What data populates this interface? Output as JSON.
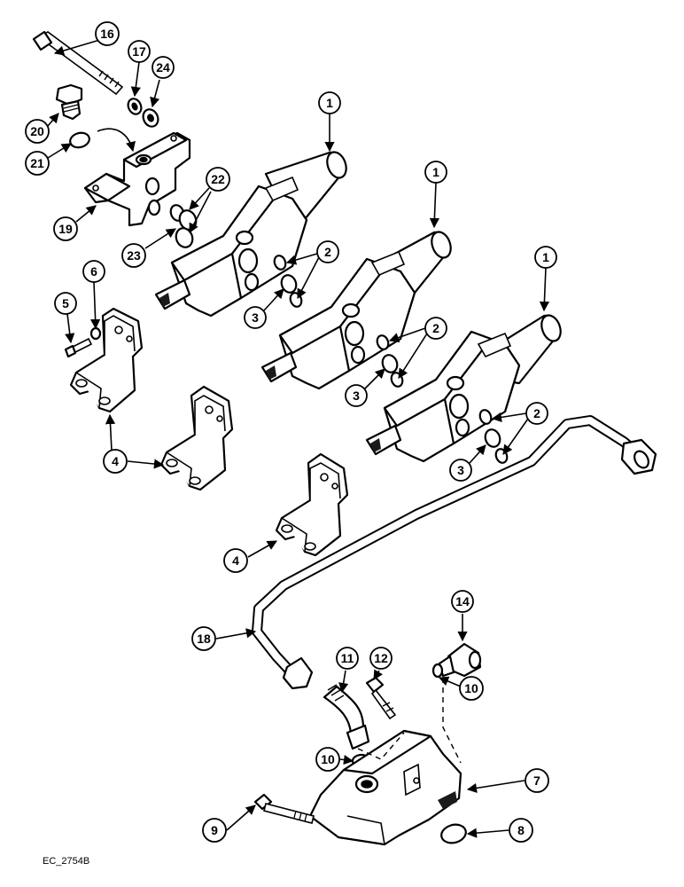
{
  "diagram": {
    "code": "EC_2754B",
    "callouts": {
      "c1a": "1",
      "c1b": "1",
      "c1c": "1",
      "c2a": "2",
      "c2b": "2",
      "c2c": "2",
      "c3a": "3",
      "c3b": "3",
      "c3c": "3",
      "c4a": "4",
      "c4b": "4",
      "c5": "5",
      "c6": "6",
      "c7": "7",
      "c8": "8",
      "c9": "9",
      "c10a": "10",
      "c10b": "10",
      "c11": "11",
      "c12": "12",
      "c14": "14",
      "c16": "16",
      "c17": "17",
      "c18": "18",
      "c19": "19",
      "c20": "20",
      "c21": "21",
      "c22": "22",
      "c23": "23",
      "c24": "24"
    }
  }
}
